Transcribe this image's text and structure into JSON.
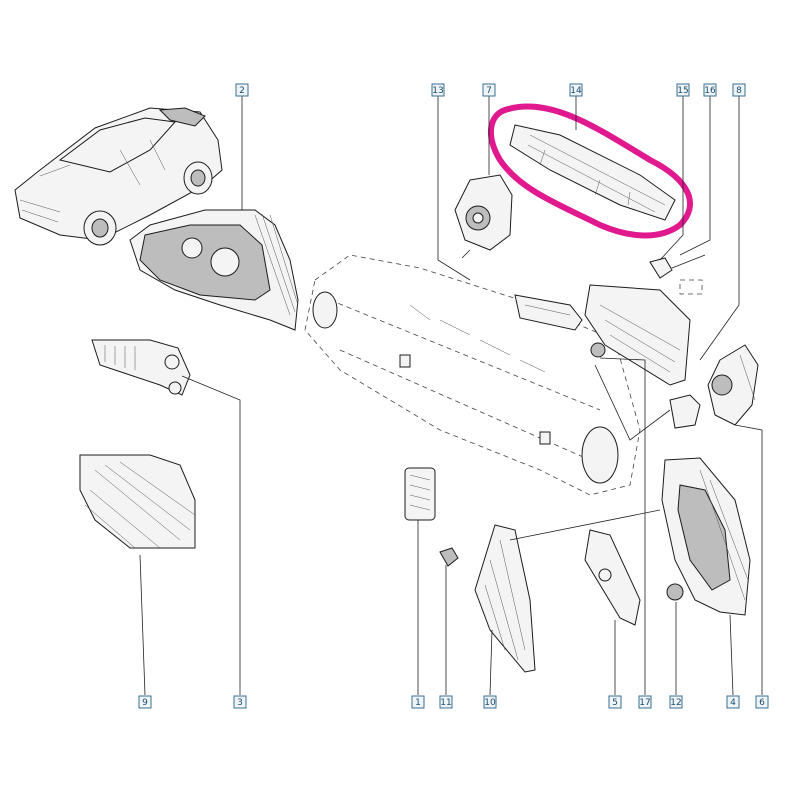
{
  "callouts": [
    {
      "id": "c2",
      "text": "2"
    },
    {
      "id": "c13",
      "text": "13"
    },
    {
      "id": "c7",
      "text": "7"
    },
    {
      "id": "c14",
      "text": "14"
    },
    {
      "id": "c15",
      "text": "15"
    },
    {
      "id": "c16",
      "text": "16"
    },
    {
      "id": "c8",
      "text": "8"
    },
    {
      "id": "c9",
      "text": "9"
    },
    {
      "id": "c3",
      "text": "3"
    },
    {
      "id": "c1",
      "text": "1"
    },
    {
      "id": "c11",
      "text": "11"
    },
    {
      "id": "c10",
      "text": "10"
    },
    {
      "id": "c5",
      "text": "5"
    },
    {
      "id": "c17",
      "text": "17"
    },
    {
      "id": "c12",
      "text": "12"
    },
    {
      "id": "c4",
      "text": "4"
    },
    {
      "id": "c6",
      "text": "6"
    }
  ],
  "highlight_color": "#e0198f",
  "callout_color": "#3a6f8f"
}
